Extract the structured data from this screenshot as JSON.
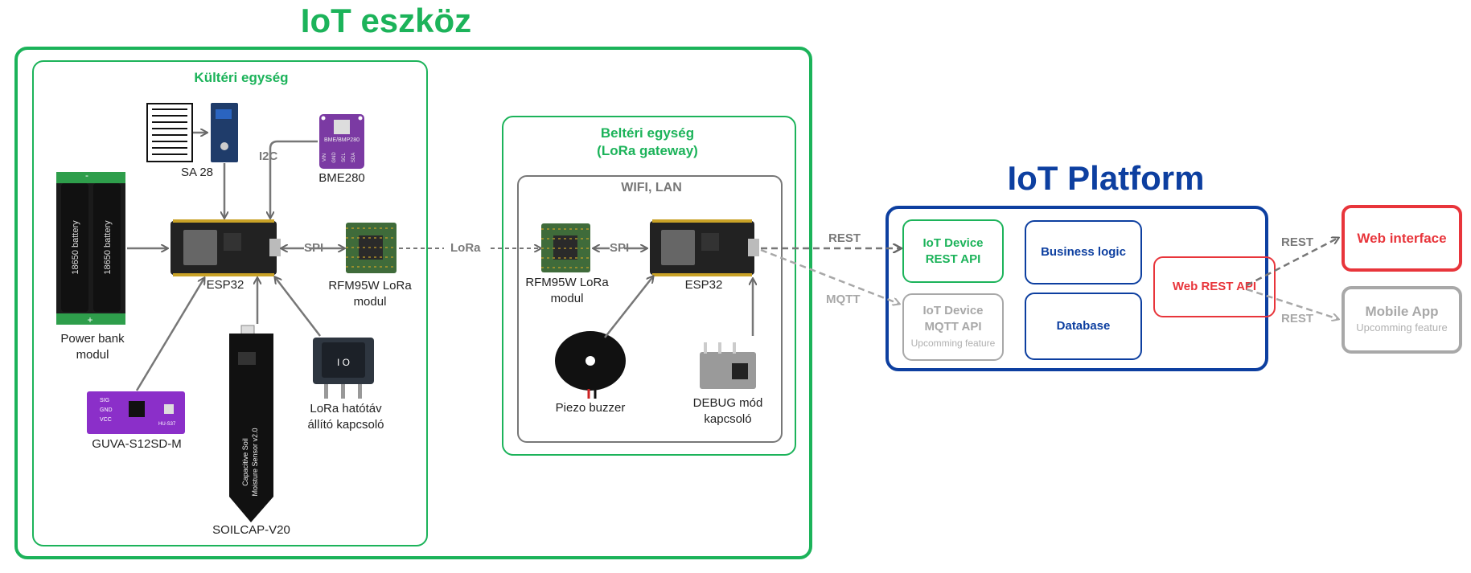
{
  "title_iot": "IoT eszköz",
  "title_platform": "IoT Platform",
  "outdoor": {
    "title": "Kültéri egység",
    "power_bank": "Power bank\nmodul",
    "battery_text": "18650 battery",
    "sa28": "SA 28",
    "bme280": "BME280",
    "bme_chip_text": "BME/BMP280",
    "bme_pins": [
      "VIN",
      "GND",
      "SCL",
      "SDA"
    ],
    "i2c": "I2C",
    "esp32": "ESP32",
    "spi": "SPI",
    "rfm": "RFM95W LoRa\nmodul",
    "guva": "GUVA-S12SD-M",
    "guva_pins": [
      "SIG",
      "GND",
      "VCC"
    ],
    "guva_chip": "HU-S37",
    "soilcap": "SOILCAP-V20",
    "soil_text": [
      "Capacitive Soil",
      "Moisture Sensor v2.0"
    ],
    "switch": "LoRa hatótáv\nállító kapcsoló"
  },
  "lora_label": "LoRa",
  "indoor": {
    "title": "Beltéri egység\n(LoRa gateway)",
    "wifi": "WIFI, LAN",
    "rfm": "RFM95W LoRa\nmodul",
    "spi": "SPI",
    "esp32": "ESP32",
    "buzzer": "Piezo buzzer",
    "debug": "DEBUG mód\nkapcsoló"
  },
  "platform": {
    "rest_api": "IoT Device\nREST API",
    "mqtt_api": "IoT Device\nMQTT API",
    "mqtt_upcoming": "Upcomming feature",
    "business": "Business logic",
    "database": "Database",
    "web_rest": "Web REST API"
  },
  "edges": {
    "rest": "REST",
    "mqtt": "MQTT",
    "rest_web": "REST",
    "rest_mobile": "REST"
  },
  "clients": {
    "web": "Web interface",
    "mobile": "Mobile App",
    "mobile_upcoming": "Upcomming  feature"
  },
  "colors": {
    "green": "#1cb35a",
    "blue": "#0d3fa0",
    "red": "#e8353b",
    "gray": "#a8a8a8"
  }
}
